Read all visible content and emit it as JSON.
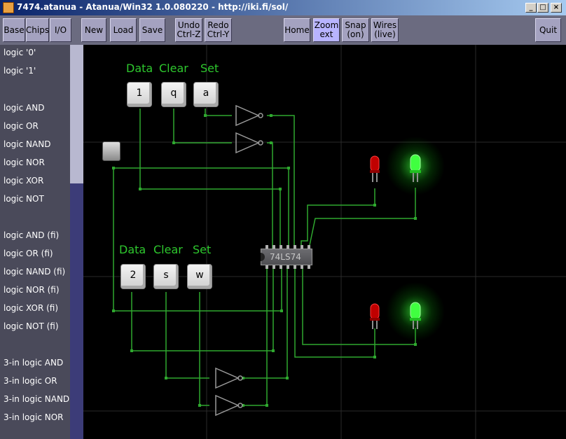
{
  "window": {
    "title": "7474.atanua - Atanua/Win32 1.0.080220 - http://iki.fi/sol/",
    "controls": {
      "minimize": "_",
      "maximize": "□",
      "close": "×"
    }
  },
  "toolbar": {
    "base": "Base",
    "chips": "Chips",
    "io": "I/O",
    "new": "New",
    "load": "Load",
    "save": "Save",
    "undo": "Undo\nCtrl-Z",
    "redo": "Redo\nCtrl-Y",
    "home": "Home",
    "zoom": "Zoom\next",
    "snap": "Snap\n(on)",
    "wires": "Wires\n(live)",
    "quit": "Quit"
  },
  "sidebar": {
    "items": [
      "logic '0'",
      "logic '1'",
      "logic AND",
      "logic OR",
      "logic NAND",
      "logic NOR",
      "logic XOR",
      "logic NOT",
      "logic AND (fi)",
      "logic OR (fi)",
      "logic NAND (fi)",
      "logic NOR (fi)",
      "logic XOR (fi)",
      "logic NOT (fi)",
      "3-in logic AND",
      "3-in logic OR",
      "3-in logic NAND",
      "3-in logic NOR"
    ]
  },
  "circuit": {
    "group1": {
      "labels": [
        "Data",
        "Clear",
        "Set"
      ],
      "keys": [
        "1",
        "q",
        "a"
      ]
    },
    "group2": {
      "labels": [
        "Data",
        "Clear",
        "Set"
      ],
      "keys": [
        "2",
        "s",
        "w"
      ]
    },
    "chip_label": "74LS74",
    "colors": {
      "wire": "#2fa82f",
      "label": "#2ec82e",
      "led_red": "#c00000",
      "led_green": "#40ff40",
      "background": "#000000"
    }
  }
}
